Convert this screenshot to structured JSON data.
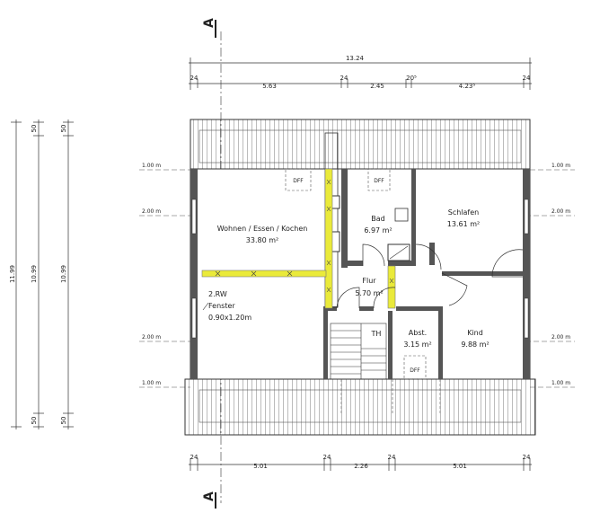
{
  "section_marks": {
    "top": "A",
    "bottom": "A"
  },
  "dims_top": {
    "overall": "13.24",
    "segments": [
      "24",
      "5.63",
      "24",
      "2.45",
      "20⁵",
      "4.23⁵",
      "24"
    ]
  },
  "dims_bottom": {
    "segments": [
      "24",
      "5.01",
      "24",
      "2.26",
      "24",
      "5.01",
      "24"
    ]
  },
  "dims_left": {
    "chain1": [
      "11.99"
    ],
    "chain2": [
      "50",
      "10.99",
      "50"
    ],
    "chain3": [
      "50",
      "10.99",
      "50"
    ]
  },
  "height_lines": {
    "left": [
      "1.00 m",
      "2.00 m",
      "2.00 m",
      "1.00 m"
    ],
    "right": [
      "1.00 m",
      "2.00 m",
      "2.00 m",
      "1.00 m"
    ]
  },
  "rooms": {
    "wohnen": {
      "name": "Wohnen / Essen / Kochen",
      "area": "33.80 m²"
    },
    "bad": {
      "name": "Bad",
      "area": "6.97 m²"
    },
    "schlafen": {
      "name": "Schlafen",
      "area": "13.61 m²"
    },
    "flur": {
      "name": "Flur",
      "area": "5.70 m²"
    },
    "abst": {
      "name": "Abst.",
      "area": "3.15 m²"
    },
    "kind": {
      "name": "Kind",
      "area": "9.88 m²"
    },
    "th": {
      "name": "TH"
    }
  },
  "window_note": {
    "line1": "2.RW",
    "line2": "Fenster",
    "line3": "0.90x1.20m"
  },
  "dff_labels": [
    "DFF",
    "DFF",
    "DFF"
  ]
}
